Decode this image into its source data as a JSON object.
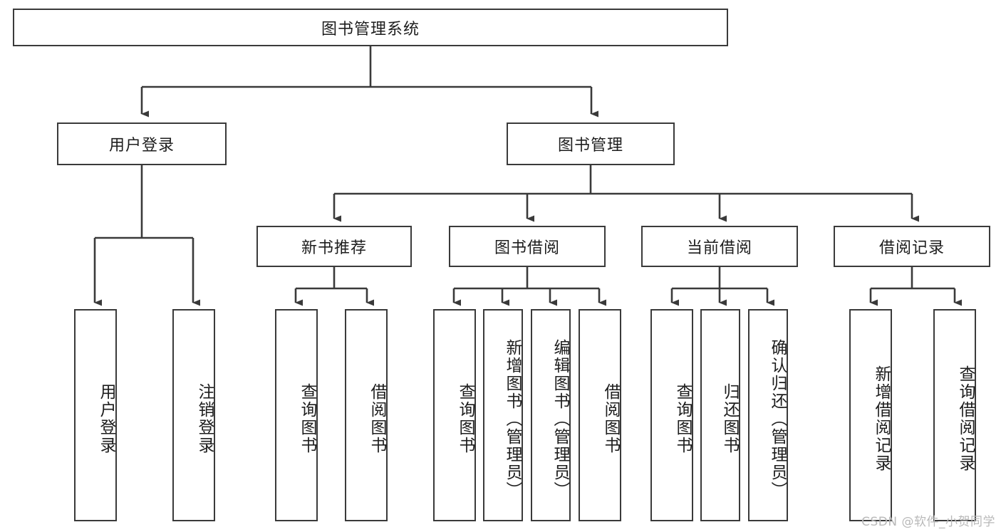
{
  "diagram": {
    "title": "图书管理系统",
    "style": {
      "line_color": "#3a3a3a",
      "box_fill": "#ffffff",
      "text_color": "#1d1d1d",
      "watermark_color": "#b9b9b9"
    },
    "root": {
      "label": "图书管理系统"
    },
    "level2": [
      {
        "label": "用户登录"
      },
      {
        "label": "图书管理"
      }
    ],
    "level3": [
      {
        "label": "新书推荐"
      },
      {
        "label": "图书借阅"
      },
      {
        "label": "当前借阅"
      },
      {
        "label": "借阅记录"
      }
    ],
    "leaves": [
      {
        "label": "用户登录",
        "parent": "用户登录"
      },
      {
        "label": "注销登录",
        "parent": "用户登录"
      },
      {
        "label": "查询图书",
        "parent": "新书推荐"
      },
      {
        "label": "借阅图书",
        "parent": "新书推荐"
      },
      {
        "label": "查询图书",
        "parent": "图书借阅"
      },
      {
        "label": "新增图书（管理员）",
        "parent": "图书借阅"
      },
      {
        "label": "编辑图书（管理员）",
        "parent": "图书借阅"
      },
      {
        "label": "借阅图书",
        "parent": "图书借阅"
      },
      {
        "label": "查询图书",
        "parent": "当前借阅"
      },
      {
        "label": "归还图书",
        "parent": "当前借阅"
      },
      {
        "label": "确认归还（管理员）",
        "parent": "当前借阅"
      },
      {
        "label": "新增借阅记录",
        "parent": "借阅记录"
      },
      {
        "label": "查询借阅记录",
        "parent": "借阅记录"
      }
    ]
  },
  "watermark": {
    "text": "CSDN @软件_小贺同学"
  }
}
